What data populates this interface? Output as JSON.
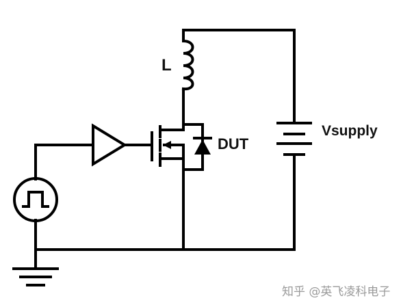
{
  "labels": {
    "inductor": "L",
    "device": "DUT",
    "supply": "Vsupply"
  },
  "watermark": "知乎 @英飞凌科电子",
  "components": {
    "source": "pulse-generator-icon",
    "driver": "buffer-amplifier-icon",
    "switch": "mosfet-icon",
    "diode": "diode-icon",
    "inductor": "inductor-icon",
    "battery": "battery-icon",
    "ground": "ground-icon"
  }
}
